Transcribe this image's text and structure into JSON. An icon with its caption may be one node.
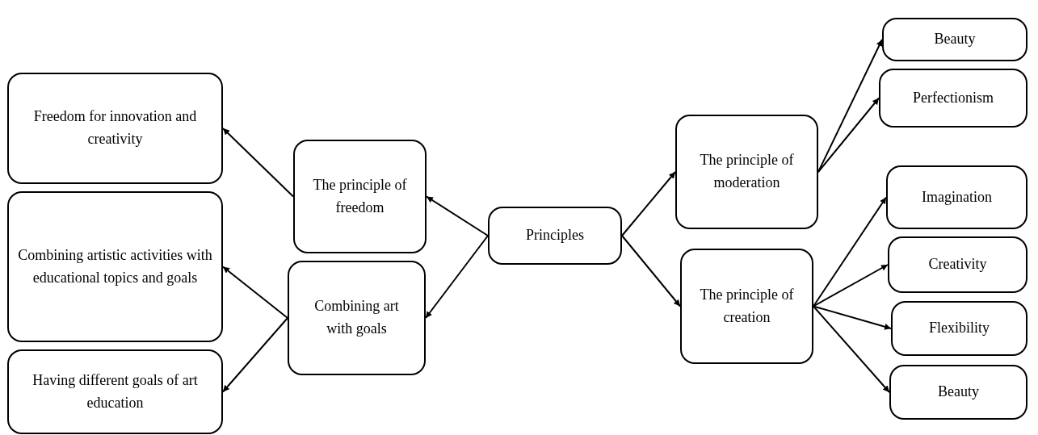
{
  "diagram": {
    "nodes": [
      {
        "text": [
          "Principles"
        ]
      },
      {
        "text": [
          "The principle of freedom"
        ]
      },
      {
        "text": [
          "Combining art with goals"
        ]
      },
      {
        "text": [
          "Freedom for innovation and creativity"
        ]
      },
      {
        "text": [
          "Combining artistic activities with educational topics and goals"
        ]
      },
      {
        "text": [
          "Having different goals of art education"
        ]
      },
      {
        "text": [
          "The principle of moderation"
        ]
      },
      {
        "text": [
          "The principle of creation"
        ]
      },
      {
        "text": [
          "Beauty"
        ]
      },
      {
        "text": [
          "Perfectionism"
        ]
      },
      {
        "text": [
          "Imagination"
        ]
      },
      {
        "text": [
          "Creativity"
        ]
      },
      {
        "text": [
          "Flexibility"
        ]
      },
      {
        "text": [
          "Beauty"
        ]
      }
    ],
    "edges": [
      {
        "from": 0,
        "to": 1,
        "arrow": "to"
      },
      {
        "from": 0,
        "to": 2,
        "arrow": "to"
      },
      {
        "from": 0,
        "to": 6,
        "arrow": "to"
      },
      {
        "from": 0,
        "to": 7,
        "arrow": "to"
      },
      {
        "from": 1,
        "to": 3,
        "arrow": "to"
      },
      {
        "from": 2,
        "to": 4,
        "arrow": "to"
      },
      {
        "from": 2,
        "to": 5,
        "arrow": "to"
      },
      {
        "from": 6,
        "to": 8,
        "arrow": "to"
      },
      {
        "from": 6,
        "to": 9,
        "arrow": "to"
      },
      {
        "from": 7,
        "to": 10,
        "arrow": "to"
      },
      {
        "from": 7,
        "to": 11,
        "arrow": "to"
      },
      {
        "from": 7,
        "to": 12,
        "arrow": "to"
      },
      {
        "from": 7,
        "to": 13,
        "arrow": "to"
      }
    ]
  }
}
